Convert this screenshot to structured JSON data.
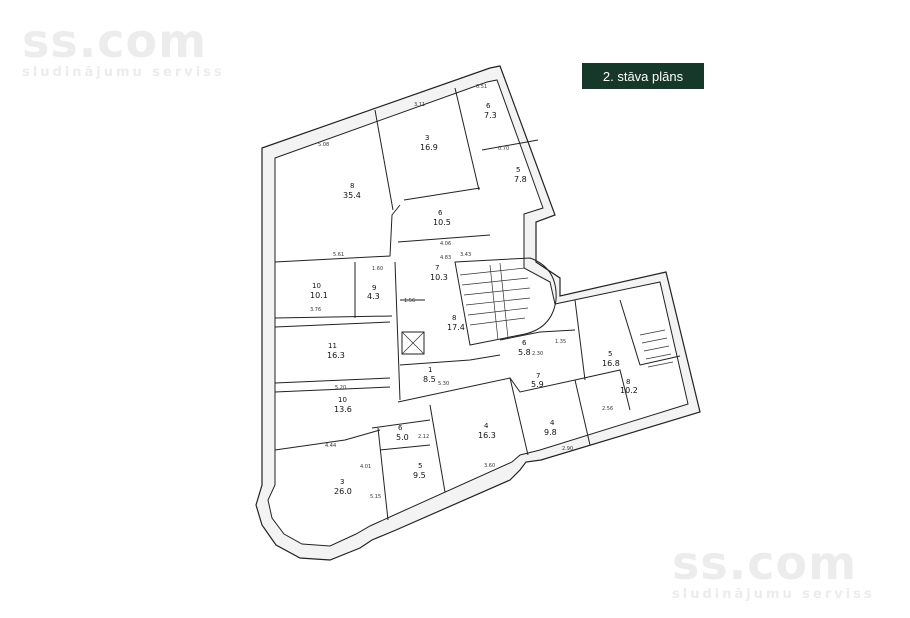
{
  "watermark": {
    "logo": "ss.com",
    "tagline": "sludinājumu serviss"
  },
  "plan_title": "2. stāva plāns",
  "rooms": [
    {
      "number": "8",
      "area": "35.4"
    },
    {
      "number": "3",
      "area": "16.9"
    },
    {
      "number": "6",
      "area": "7.3"
    },
    {
      "number": "5",
      "area": "7.8"
    },
    {
      "number": "6",
      "area": "10.5"
    },
    {
      "number": "10",
      "area": "10.1"
    },
    {
      "number": "9",
      "area": "4.3"
    },
    {
      "number": "7",
      "area": "10.3"
    },
    {
      "number": "8",
      "area": "17.4"
    },
    {
      "number": "11",
      "area": "16.3"
    },
    {
      "number": "10",
      "area": "13.6"
    },
    {
      "number": "1",
      "area": "8.5"
    },
    {
      "number": "6",
      "area": "5.8"
    },
    {
      "number": "7",
      "area": "5.9"
    },
    {
      "number": "5",
      "area": "16.8"
    },
    {
      "number": "8",
      "area": "10.2"
    },
    {
      "number": "4",
      "area": "16.3"
    },
    {
      "number": "4",
      "area": "9.8"
    },
    {
      "number": "6",
      "area": "5.0"
    },
    {
      "number": "5",
      "area": "9.5"
    },
    {
      "number": "3",
      "area": "26.0"
    }
  ],
  "dimensions": [
    "5.08",
    "3.11",
    "0.51",
    "5.61",
    "3.43",
    "3.76",
    "5.20",
    "4.44",
    "5.30",
    "3.60",
    "2.12",
    "1.60",
    "1.56",
    "4.83",
    "4.06",
    "2.30",
    "1.35",
    "0.70",
    "5.15",
    "4.01",
    "2.56",
    "2.90"
  ]
}
